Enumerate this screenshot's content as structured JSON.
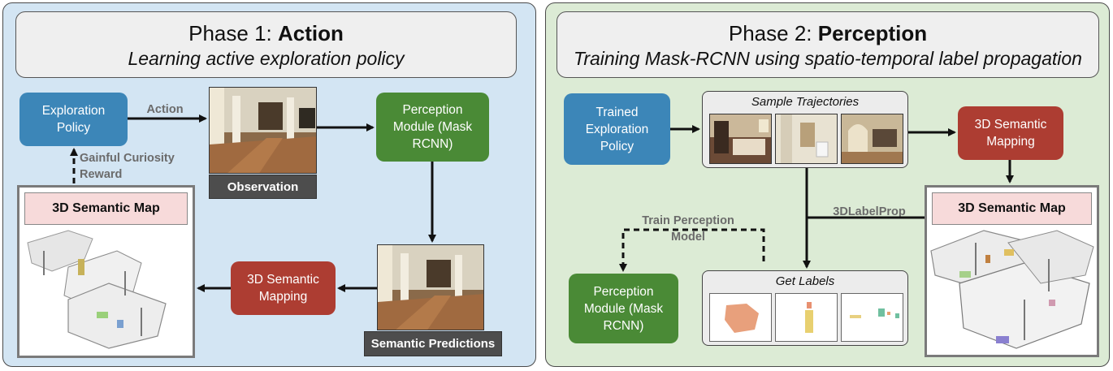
{
  "phase1": {
    "title_prefix": "Phase 1: ",
    "title_bold": "Action",
    "subtitle": "Learning active exploration policy",
    "exploration_policy": "Exploration Policy",
    "action_label": "Action",
    "observation_label": "Observation",
    "perception_module": "Perception Module (Mask RCNN)",
    "reward_label": "Gainful Curiosity Reward",
    "map_title": "3D Semantic Map",
    "semantic_mapping": "3D Semantic Mapping",
    "semantic_predictions_label": "Semantic Predictions"
  },
  "phase2": {
    "title_prefix": "Phase 2: ",
    "title_bold": "Perception",
    "subtitle": "Training Mask-RCNN using spatio-temporal label propagation",
    "trained_policy": "Trained Exploration Policy",
    "sample_trajectories": "Sample Trajectories",
    "semantic_mapping": "3D Semantic Mapping",
    "map_title": "3D Semantic Map",
    "label_prop": "3DLabelProp",
    "train_perception": "Train Perception Model",
    "perception_module": "Perception Module (Mask RCNN)",
    "get_labels": "Get Labels"
  },
  "colors": {
    "panel1_bg": "#d3e5f3",
    "panel2_bg": "#dcebd5",
    "blue_node": "#3c86b8",
    "green_node": "#4a8a36",
    "red_node": "#ad3d32",
    "map_title_bg": "#f7dada"
  }
}
